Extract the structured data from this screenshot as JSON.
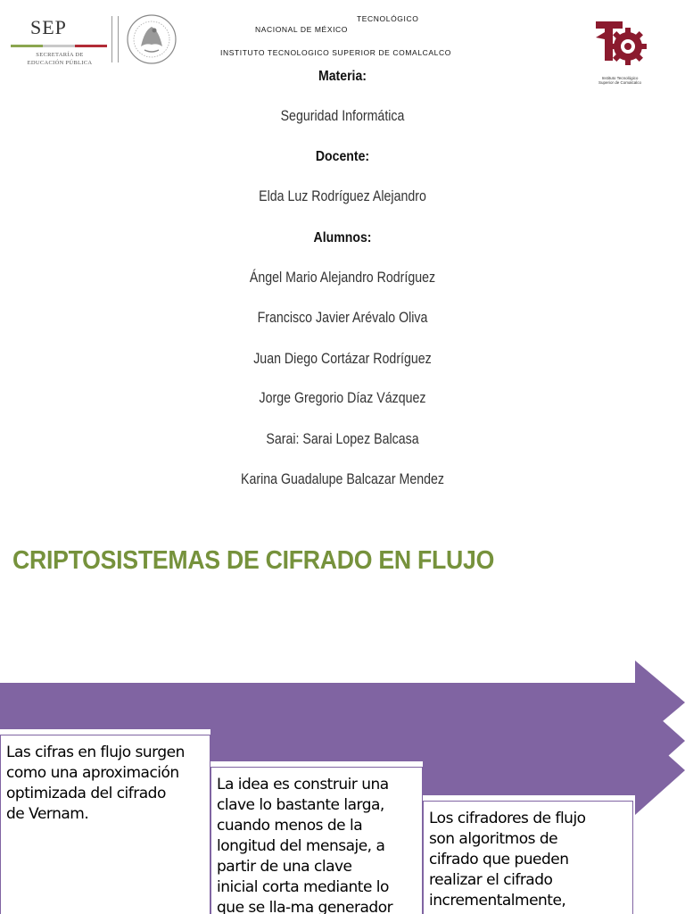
{
  "header": {
    "sep": {
      "abbr": "SEP",
      "line1": "SECRETARÍA DE",
      "line2": "EDUCACIÓN PÚBLICA",
      "bar_colors": [
        "#8ba650",
        "#c9c9c9",
        "#b22b36"
      ]
    },
    "line_tecnologico": "TECNOLÓGICO",
    "line_nacional": "NACIONAL DE MÉXICO",
    "line_instituto": "INSTITUTO TECNOLOGICO SUPERIOR DE COMALCALCO",
    "itsc_logo": {
      "caption1": "Instituto Tecnológico",
      "caption2": "Superior de Comalcalco",
      "color": "#8b1a2e"
    }
  },
  "cover": {
    "materia_label": "Materia:",
    "materia": "Seguridad Informática",
    "docente_label": "Docente:",
    "docente": "Elda Luz Rodríguez Alejandro",
    "alumnos_label": "Alumnos:",
    "alumnos": [
      "Ángel Mario Alejandro Rodríguez",
      "Francisco Javier Arévalo Oliva",
      "Juan Diego Cortázar Rodríguez",
      "Jorge Gregorio Díaz Vázquez",
      "Sarai: Sarai Lopez Balcasa",
      "Karina Guadalupe Balcazar Mendez"
    ]
  },
  "section_title": "CRIPTOSISTEMAS DE CIFRADO EN FLUJO",
  "process": {
    "arrow_color": "#8064a2",
    "title_color": "#76923c",
    "steps": [
      {
        "lines": [
          "Las cifras en flujo surgen",
          "como una aproximación",
          "optimizada del cifrado",
          "de Vernam."
        ]
      },
      {
        "lines": [
          "La idea es construir una",
          "clave lo bastante larga,",
          "cuando menos de la",
          "longitud del mensaje, a",
          "partir de una clave",
          "inicial corta mediante lo",
          "que se lla-ma generador"
        ]
      },
      {
        "lines": [
          "Los cifradores de flujo",
          "son algoritmos de",
          "cifrado que pueden",
          "realizar el cifrado",
          "incrementalmente,"
        ]
      }
    ]
  }
}
